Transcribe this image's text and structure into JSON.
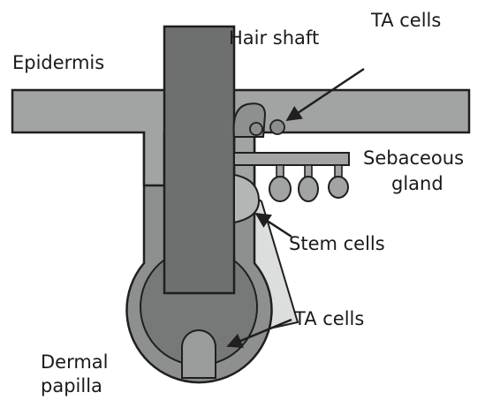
{
  "labels": {
    "epidermis": "Epidermis",
    "hair_shaft": "Hair shaft",
    "ta_cells_top": "TA cells",
    "sebaceous_line1": "Sebaceous",
    "sebaceous_line2": "gland",
    "stem_cells": "Stem cells",
    "ta_cells_bottom": "TA cells",
    "dermal_line1": "Dermal",
    "dermal_line2": "papilla"
  },
  "colors": {
    "epidermis": "#a2a3a3",
    "outer_sheath": "#8e8f8f",
    "hair_shaft": "#6e6f6f",
    "bulb": "#777878",
    "papilla": "#9a9b9b",
    "stem_cells": "#b4b5b5",
    "sebaceous": "#a2a3a3",
    "ta_cells": "#8c8d8d",
    "wedge": "#dcdddd",
    "outline": "#1f1f1f"
  }
}
